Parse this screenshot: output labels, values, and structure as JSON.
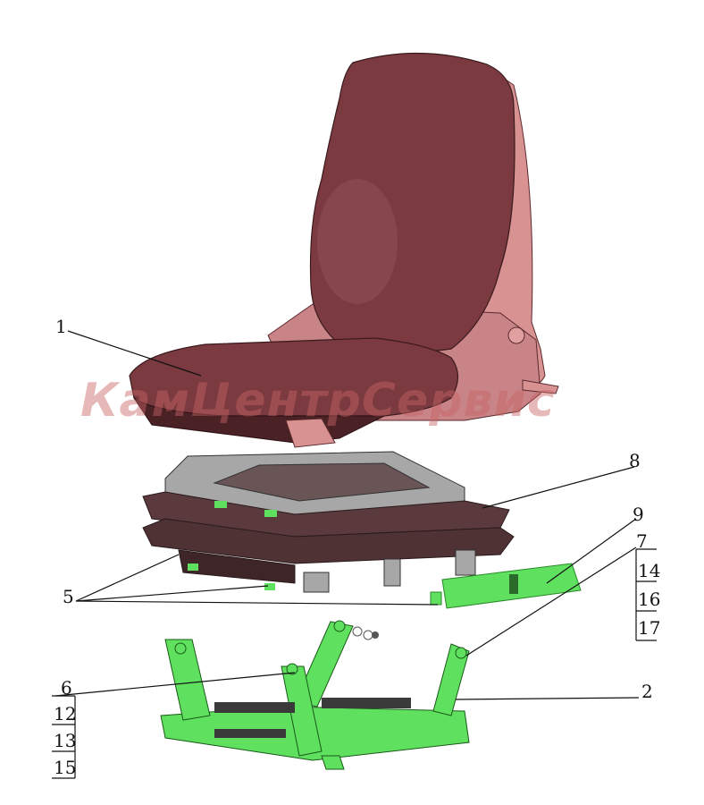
{
  "diagram": {
    "callouts": {
      "c1": "1",
      "c2": "2",
      "c5": "5",
      "c6": "6",
      "c7": "7",
      "c8": "8",
      "c9": "9"
    },
    "group_right": [
      "14",
      "16",
      "17"
    ],
    "group_left": [
      "12",
      "13",
      "15"
    ]
  },
  "watermark": "КамЦентрСервис",
  "colors": {
    "seat_dark": "#7a3a3f",
    "seat_light": "#d99292",
    "frame_gray": "#a7a7a7",
    "bellows_dark": "#5a3a3c",
    "suspension_green": "#5fe05f",
    "watermark": "#c86464"
  }
}
